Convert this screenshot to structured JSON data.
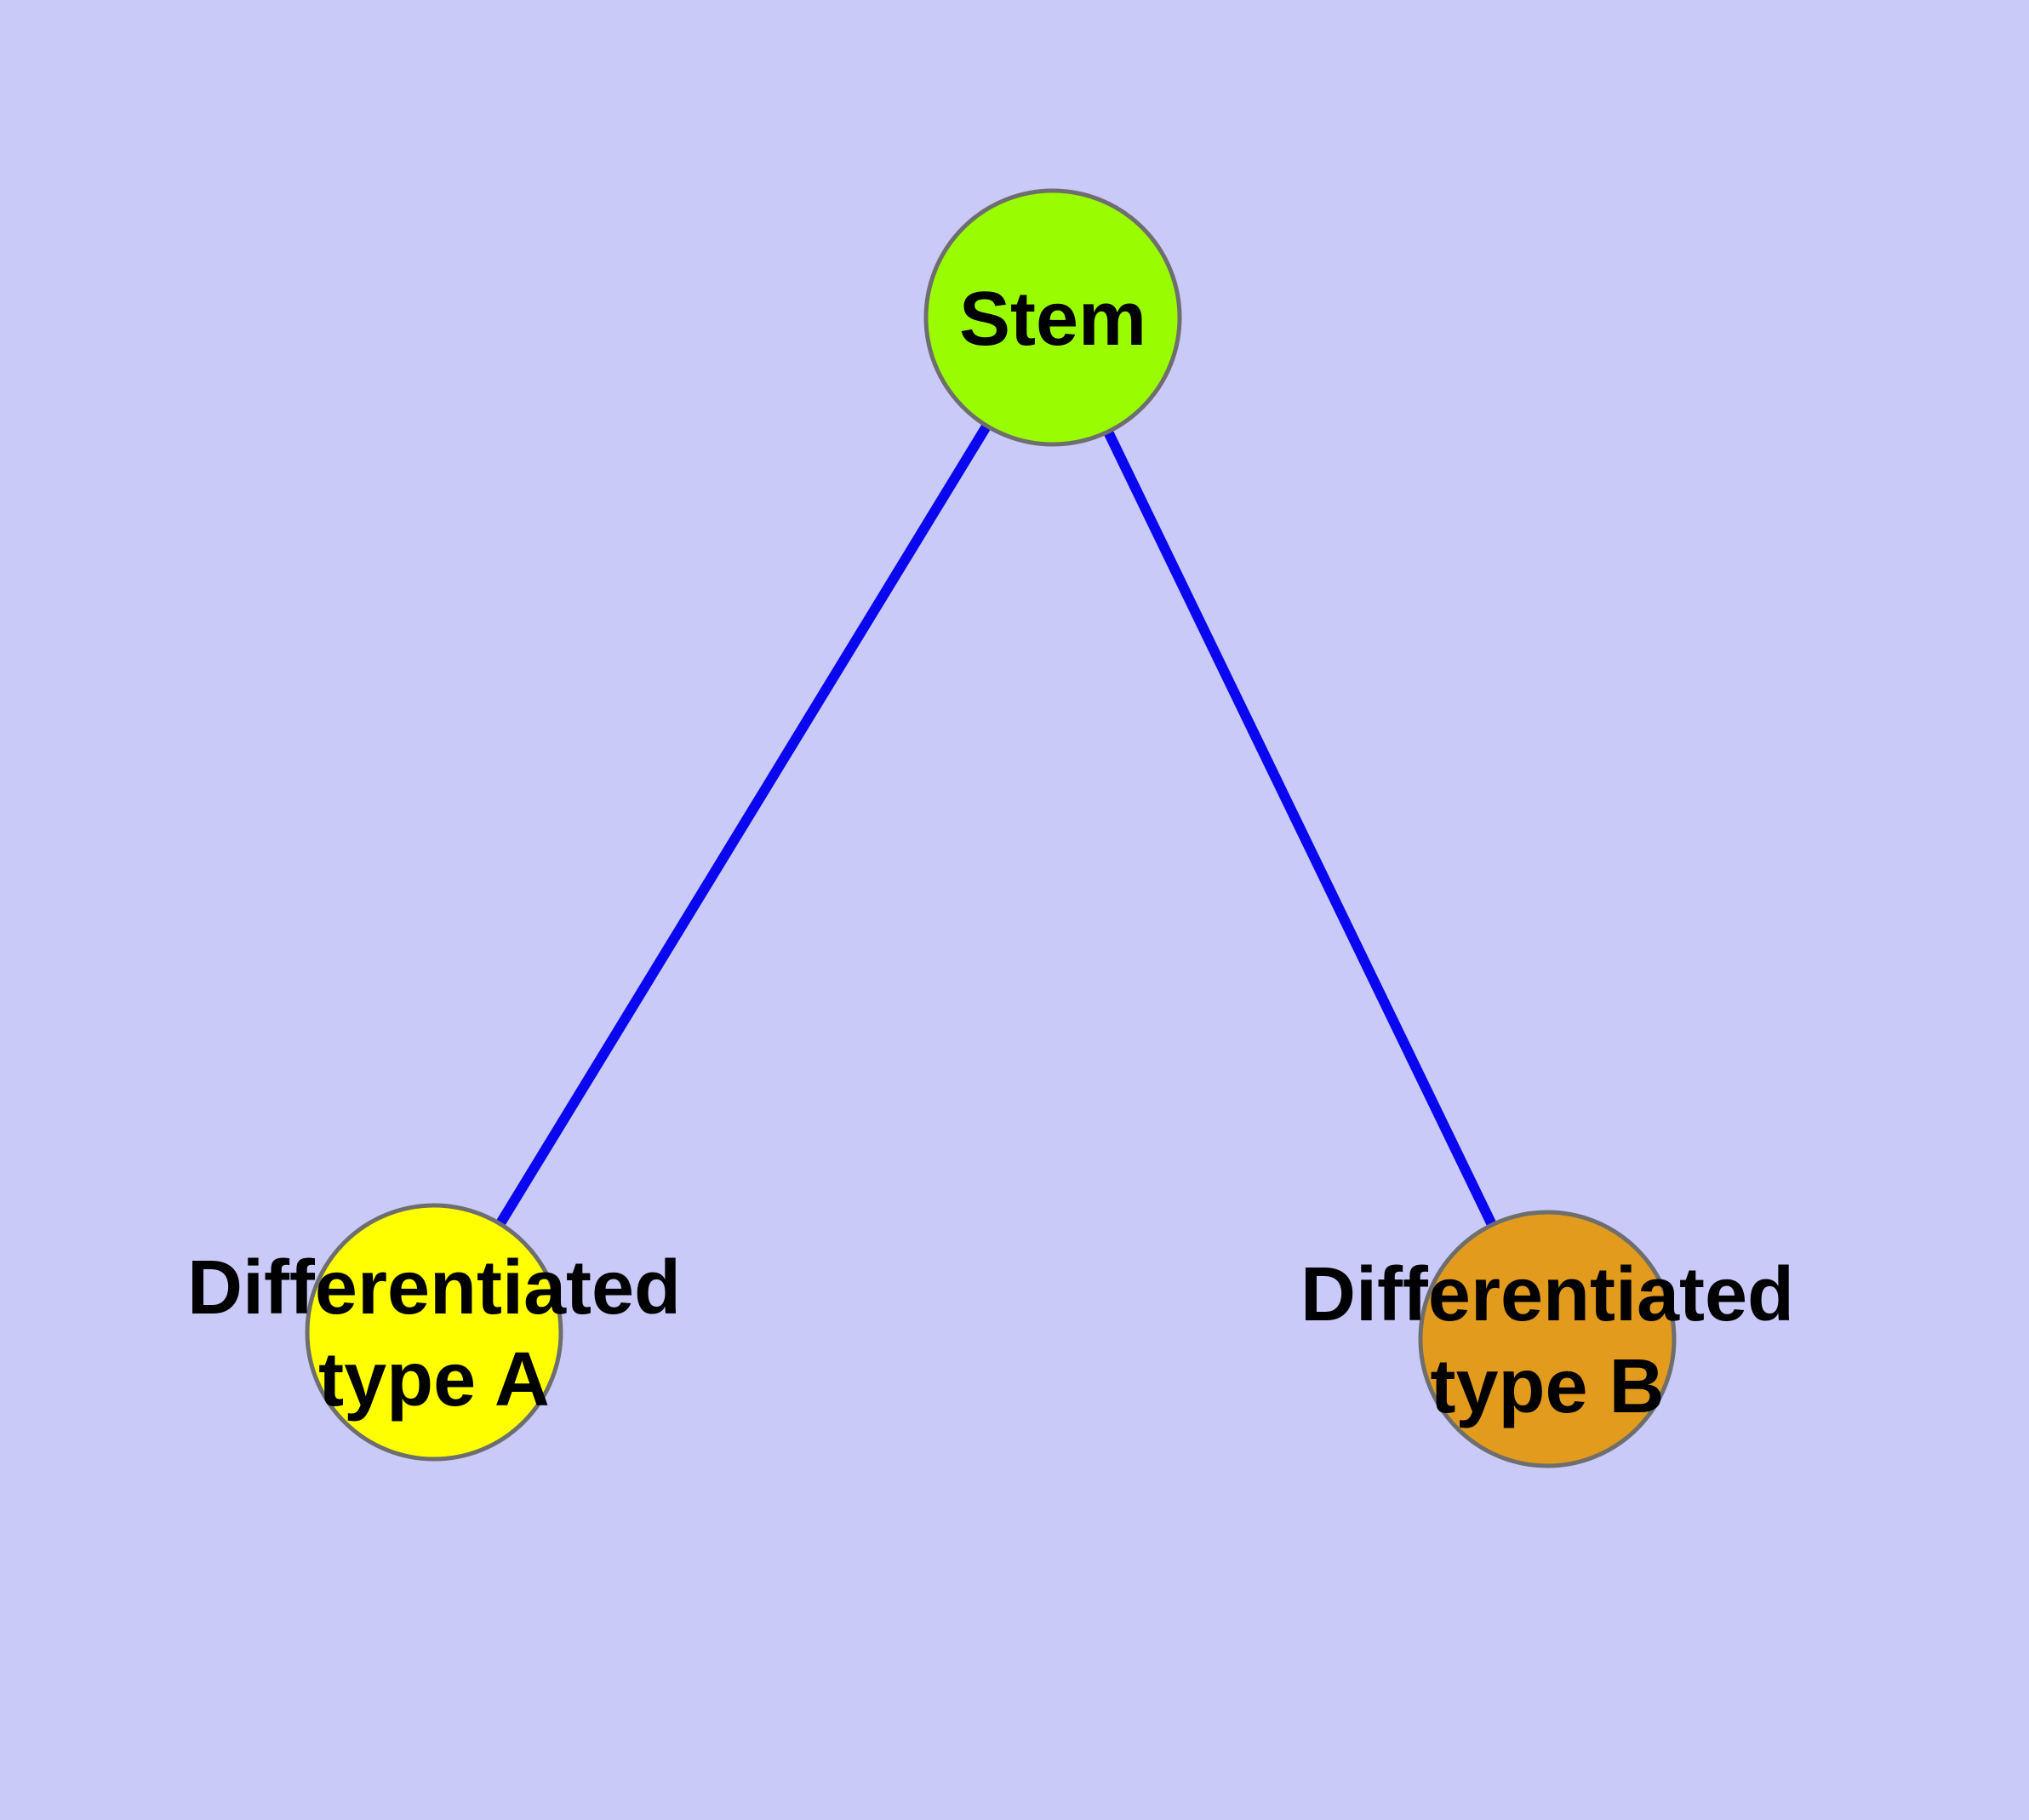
{
  "diagram": {
    "type": "node-edge-graph",
    "background_color": "#cacaf9",
    "edge_color": "#0a06f0",
    "node_border_color": "#6e6e6e",
    "text_color": "#000000",
    "nodes": [
      {
        "id": "stem",
        "label": "Stem",
        "fill": "#9afc00"
      },
      {
        "id": "differentiated-type-a",
        "label": "Differentiated type A",
        "label_lines": [
          "Differentiated",
          "type A"
        ],
        "fill": "#ffff00"
      },
      {
        "id": "differentiated-type-b",
        "label": "Differentiated type B",
        "label_lines": [
          "Differentiated",
          "type B"
        ],
        "fill": "#e29b1d"
      }
    ],
    "edges": [
      {
        "from": "Stem",
        "to": "Differentiated type A"
      },
      {
        "from": "Stem",
        "to": "Differentiated type B"
      }
    ]
  }
}
